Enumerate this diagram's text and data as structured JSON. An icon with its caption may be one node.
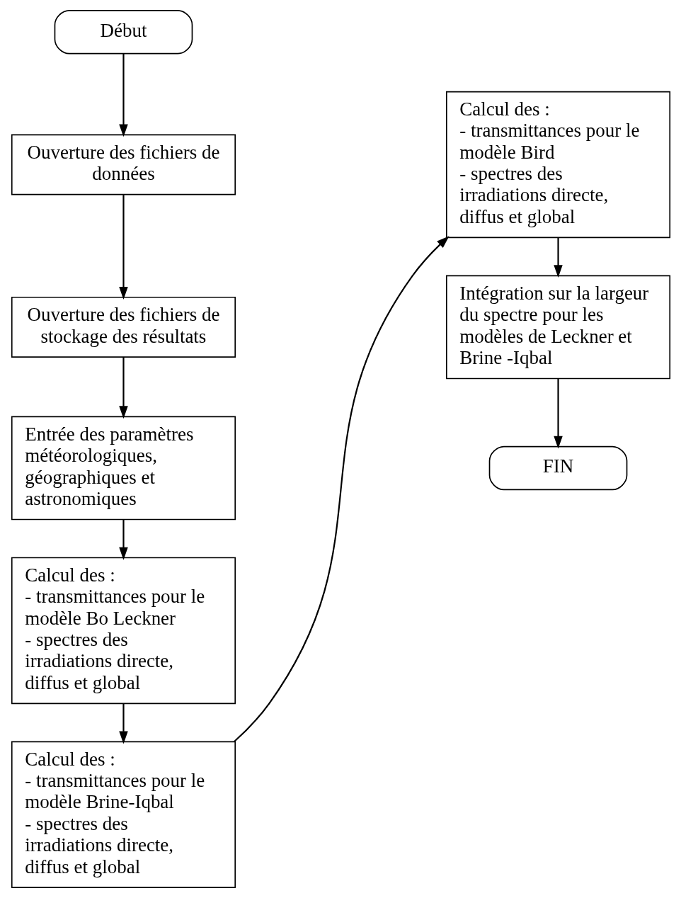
{
  "diagram": {
    "nodes": [
      {
        "text": [
          "Début"
        ]
      },
      {
        "text": [
          "Ouverture des fichiers de données"
        ]
      },
      {
        "text": [
          "Ouverture des fichiers de stockage des résultats"
        ]
      },
      {
        "text": [
          "Entrée des paramètres météorologiques, géographiques et astronomiques"
        ]
      },
      {
        "text": [
          "Calcul des :",
          "- transmittances pour le modèle Bo Leckner",
          "- spectres des irradiations directe, diffus et global"
        ]
      },
      {
        "text": [
          "Calcul des :",
          "- transmittances pour le modèle Brine-Iqbal",
          "- spectres des irradiations directe, diffus et global"
        ]
      },
      {
        "text": [
          "Calcul des :",
          "- transmittances pour le modèle Bird",
          "- spectres des irradiations directe, diffus et global"
        ]
      },
      {
        "text": [
          "Intégration sur la largeur du spectre pour les modèles de Leckner et Brine -Iqbal"
        ]
      },
      {
        "text": [
          "FIN"
        ]
      }
    ],
    "edges": [
      {
        "from": 0,
        "to": 1,
        "arrow": "to"
      },
      {
        "from": 1,
        "to": 2,
        "arrow": "to"
      },
      {
        "from": 2,
        "to": 3,
        "arrow": "to"
      },
      {
        "from": 3,
        "to": 4,
        "arrow": "to"
      },
      {
        "from": 4,
        "to": 5,
        "arrow": "to"
      },
      {
        "from": 5,
        "to": 6,
        "arrow": "to"
      },
      {
        "from": 6,
        "to": 7,
        "arrow": "to"
      },
      {
        "from": 7,
        "to": 8,
        "arrow": "to"
      }
    ]
  }
}
